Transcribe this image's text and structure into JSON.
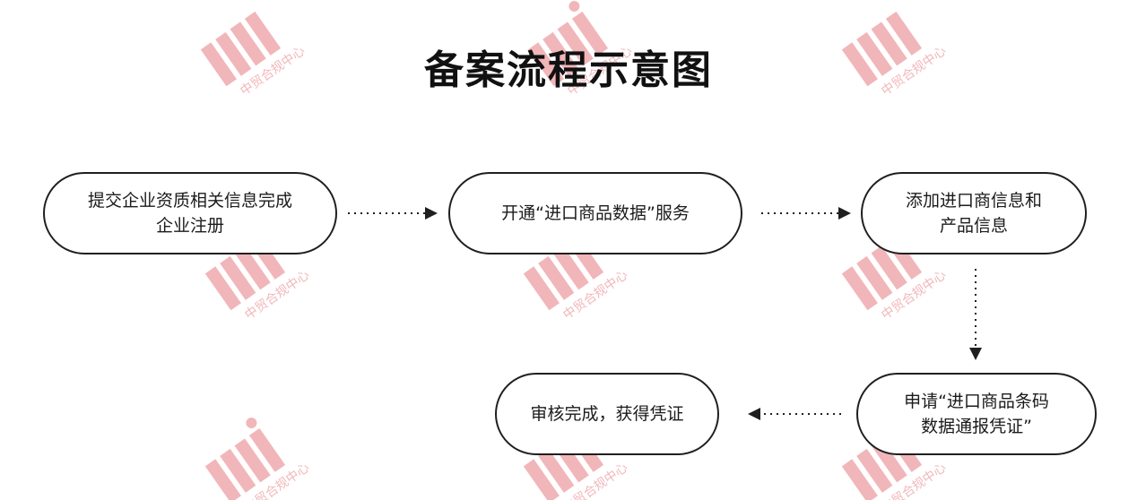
{
  "title": "备案流程示意图",
  "steps": [
    {
      "label": "提交企业资质相关信息完成\n企业注册"
    },
    {
      "label": "开通“进口商品数据”服务"
    },
    {
      "label": "添加进口商信息和\n产品信息"
    },
    {
      "label": "申请“进口商品条码\n数据通报凭证”"
    },
    {
      "label": "审核完成，获得凭证"
    }
  ],
  "watermark": {
    "text": "中贸合规中心"
  },
  "colors": {
    "stroke": "#1f1f1f",
    "text": "#1b1b1b",
    "watermark": "#d9303a",
    "watermark_text": "#f2b8bd"
  }
}
